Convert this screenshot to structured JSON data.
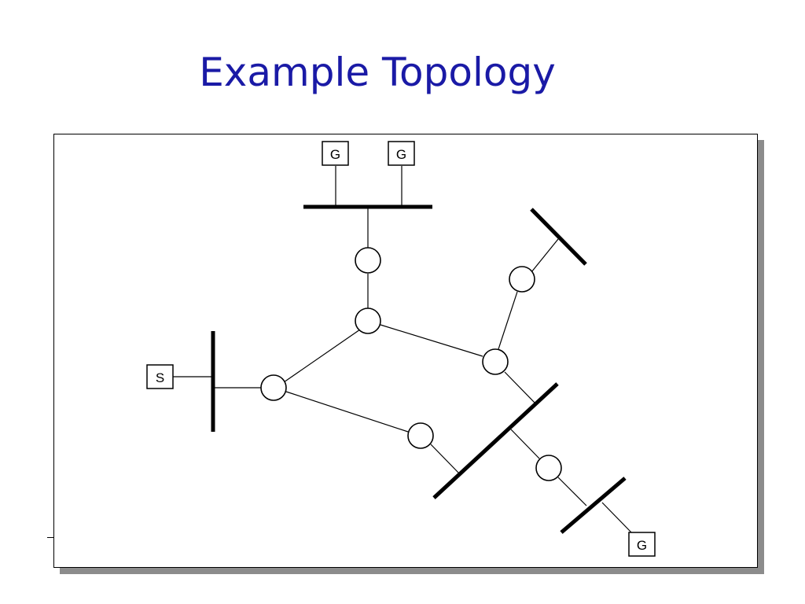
{
  "title": "Example Topology",
  "nodes": {
    "generator_label": "G",
    "source_label": "S"
  }
}
